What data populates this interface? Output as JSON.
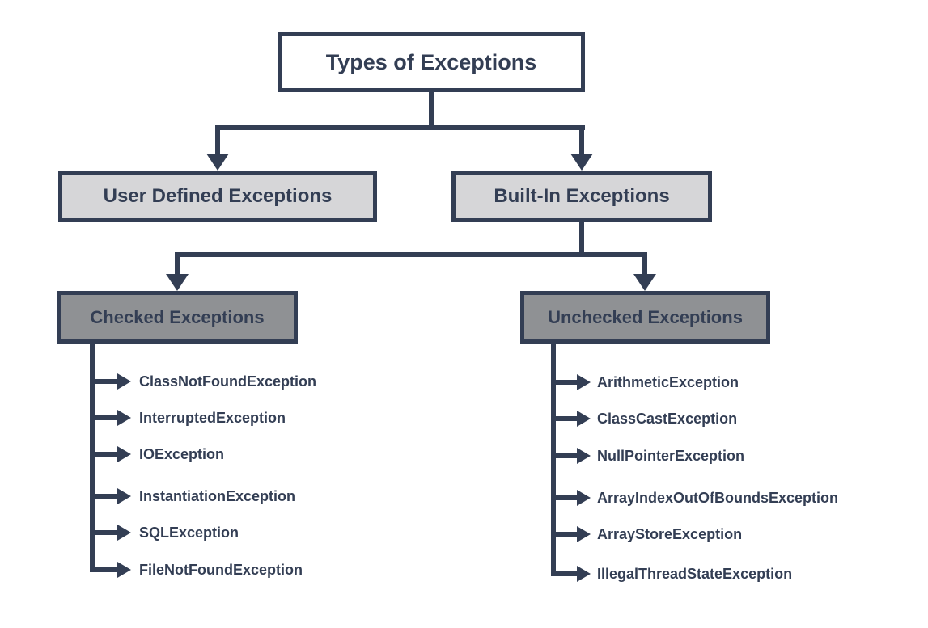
{
  "diagram": {
    "title": "Types of Exceptions",
    "nodes": {
      "user_defined": {
        "label": "User Defined Exceptions"
      },
      "built_in": {
        "label": "Built-In Exceptions"
      },
      "checked": {
        "label": "Checked Exceptions"
      },
      "unchecked": {
        "label": "Unchecked Exceptions"
      }
    },
    "checked_items": [
      "ClassNotFoundException",
      "InterruptedException",
      "IOException",
      "InstantiationException",
      "SQLException",
      "FileNotFoundException"
    ],
    "unchecked_items": [
      "ArithmeticException",
      "ClassCastException",
      "NullPointerException",
      "ArrayIndexOutOfBoundsException",
      "ArrayStoreException",
      "IllegalThreadStateException"
    ],
    "colors": {
      "line_and_text": "#333E54",
      "level2_box_fill": "#D6D6D8",
      "level3_box_fill": "#8F9194",
      "title_box_fill": "#FFFFFF",
      "background": "#FFFFFF"
    }
  }
}
